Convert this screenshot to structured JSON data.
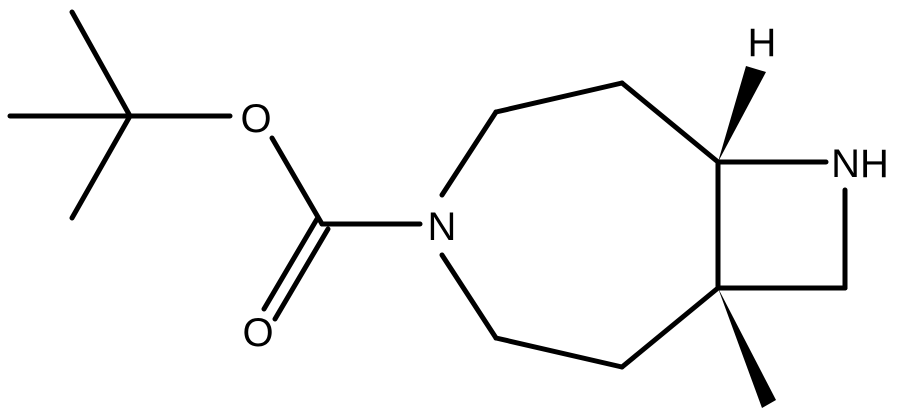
{
  "molecule": {
    "atoms": {
      "ester_oxygen": "O",
      "carbonyl_oxygen": "O",
      "ring_nitrogen": "N",
      "azetidine_nitrogen": "NH",
      "stereo_hydrogen": "H"
    }
  },
  "colors": {
    "ink": "#000000",
    "background": "#ffffff"
  }
}
